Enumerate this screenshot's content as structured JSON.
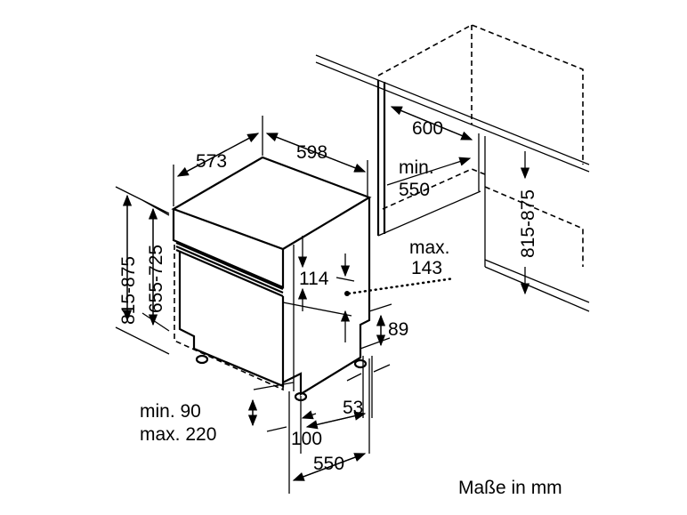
{
  "dimensions": {
    "depth_573": "573",
    "width_598": "598",
    "height_815_875": "815-875",
    "height_655_725": "655-725",
    "panel_114": "114",
    "max_label": "max.",
    "max_143": "143",
    "foot_89": "89",
    "side_53": "53",
    "plinth_min": "min. 90",
    "plinth_max": "max. 220",
    "depth_100": "100",
    "depth_550": "550",
    "niche_600": "600",
    "niche_min": "min.",
    "niche_550": "550",
    "niche_height": "815-875"
  },
  "caption": "Maße in mm"
}
